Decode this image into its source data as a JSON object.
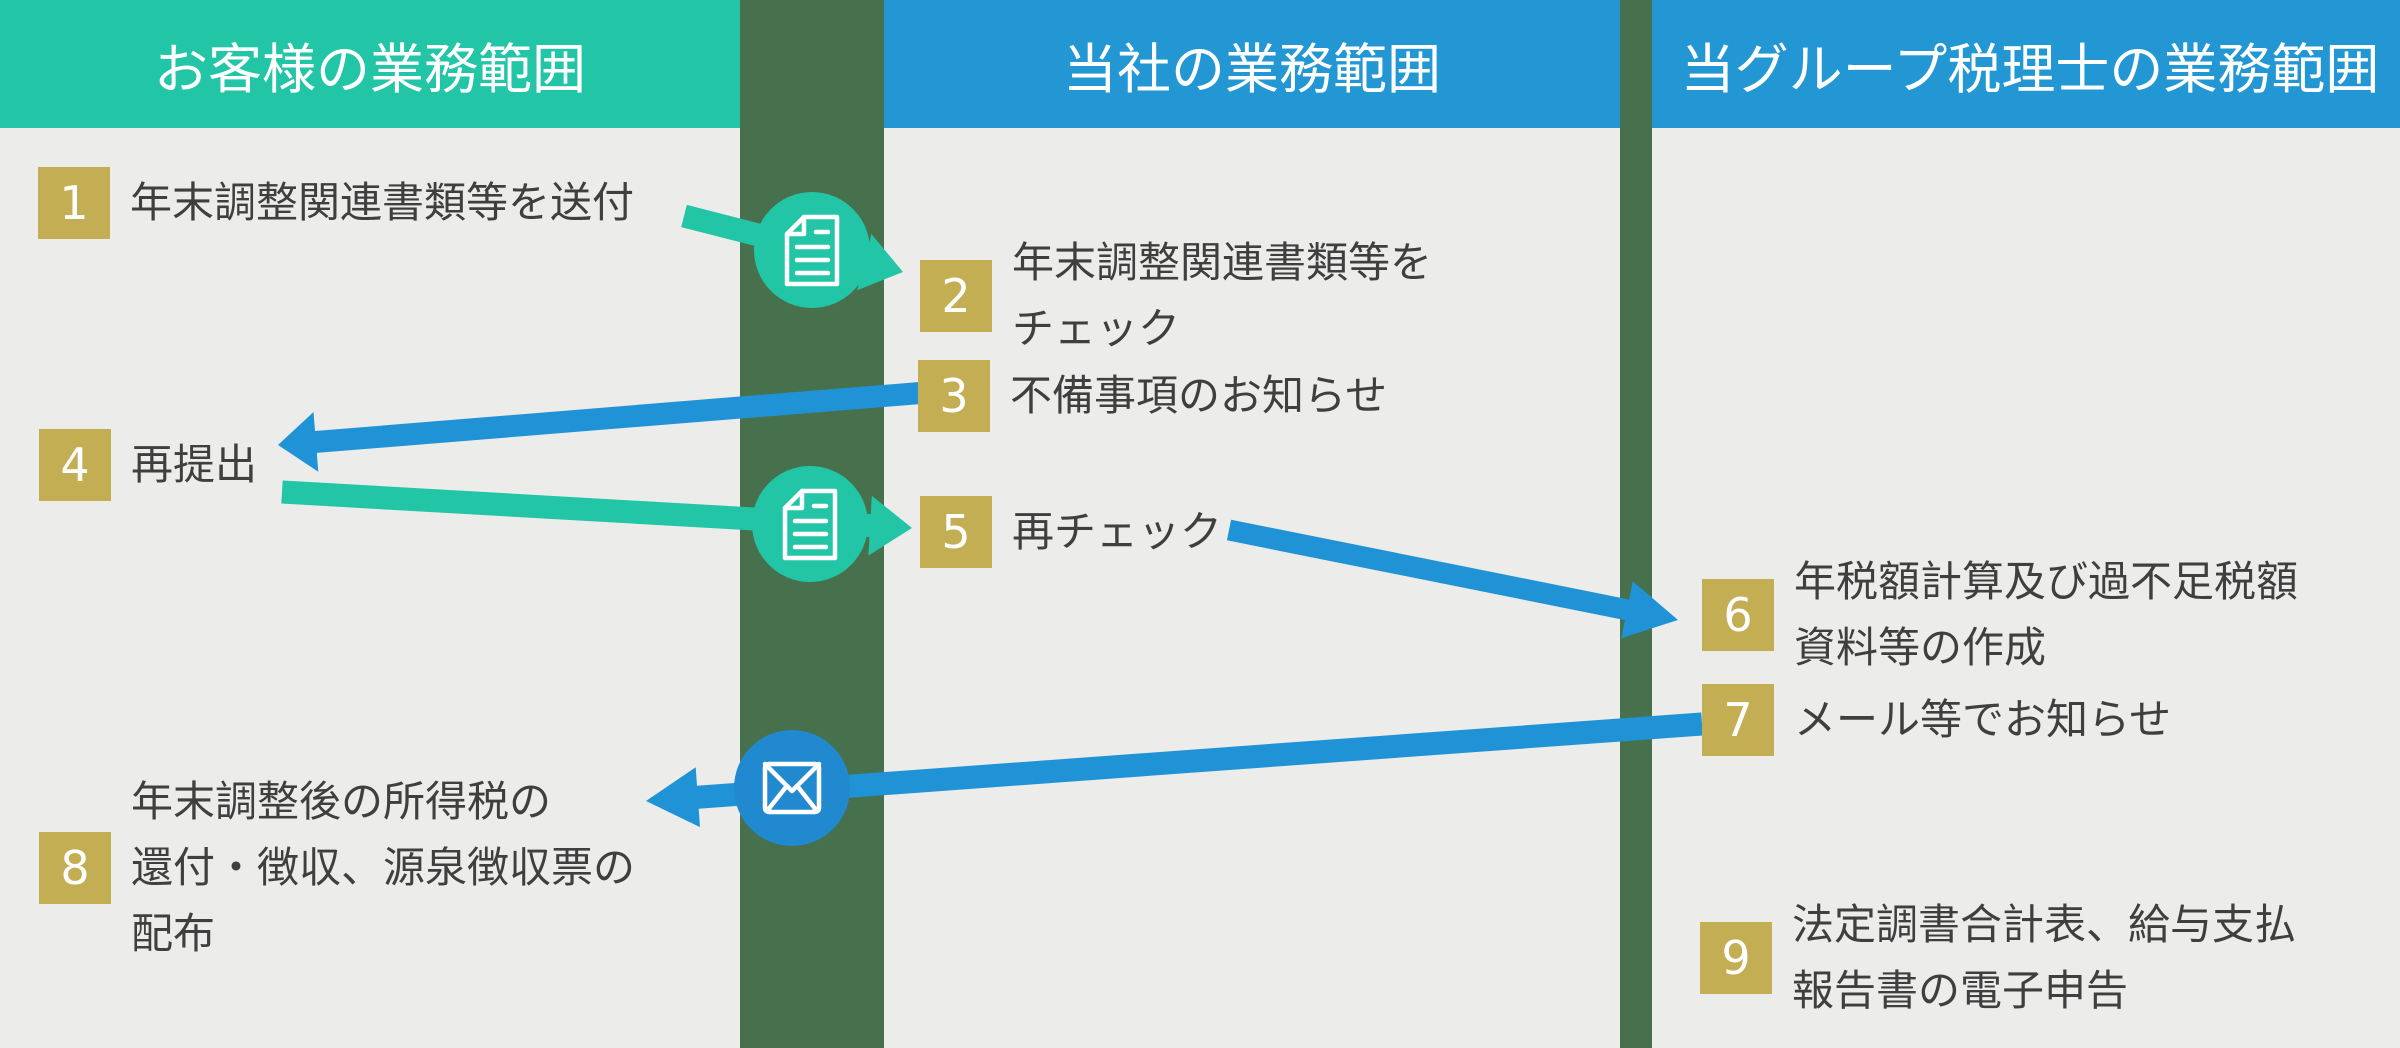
{
  "colors": {
    "background": "#ececeb",
    "teal": "#22c5a5",
    "blue_header": "#2397d4",
    "blue_arrow": "#2093d6",
    "blue_circle": "#2189cf",
    "green_bar": "#47704d",
    "badge_gold": "#c4ae54",
    "step_text": "#3f3f3f",
    "white": "#ffffff"
  },
  "header": {
    "columns": [
      {
        "label": "お客様の業務範囲"
      },
      {
        "label": "当社の業務範囲"
      },
      {
        "label": "当グループ税理士の業務範囲"
      }
    ]
  },
  "steps": [
    {
      "num": "1",
      "lines": [
        "年末調整関連書類等を送付"
      ]
    },
    {
      "num": "2",
      "lines": [
        "年末調整関連書類等を",
        "チェック"
      ]
    },
    {
      "num": "3",
      "lines": [
        "不備事項のお知らせ"
      ]
    },
    {
      "num": "4",
      "lines": [
        "再提出"
      ]
    },
    {
      "num": "5",
      "lines": [
        "再チェック"
      ]
    },
    {
      "num": "6",
      "lines": [
        "年税額計算及び過不足税額",
        "資料等の作成"
      ]
    },
    {
      "num": "7",
      "lines": [
        "メール等でお知らせ"
      ]
    },
    {
      "num": "8",
      "lines": [
        "年末調整後の所得税の",
        "還付・徴収、源泉徴収票の",
        "配布"
      ]
    },
    {
      "num": "9",
      "lines": [
        "法定調書合計表、給与支払",
        "報告書の電子申告"
      ]
    }
  ],
  "connectors": [
    {
      "icon": "document-icon",
      "between": "step-1 to step-2"
    },
    {
      "icon": "document-icon",
      "between": "step-4 to step-5"
    },
    {
      "icon": "envelope-icon",
      "between": "step-7 to step-8"
    }
  ]
}
